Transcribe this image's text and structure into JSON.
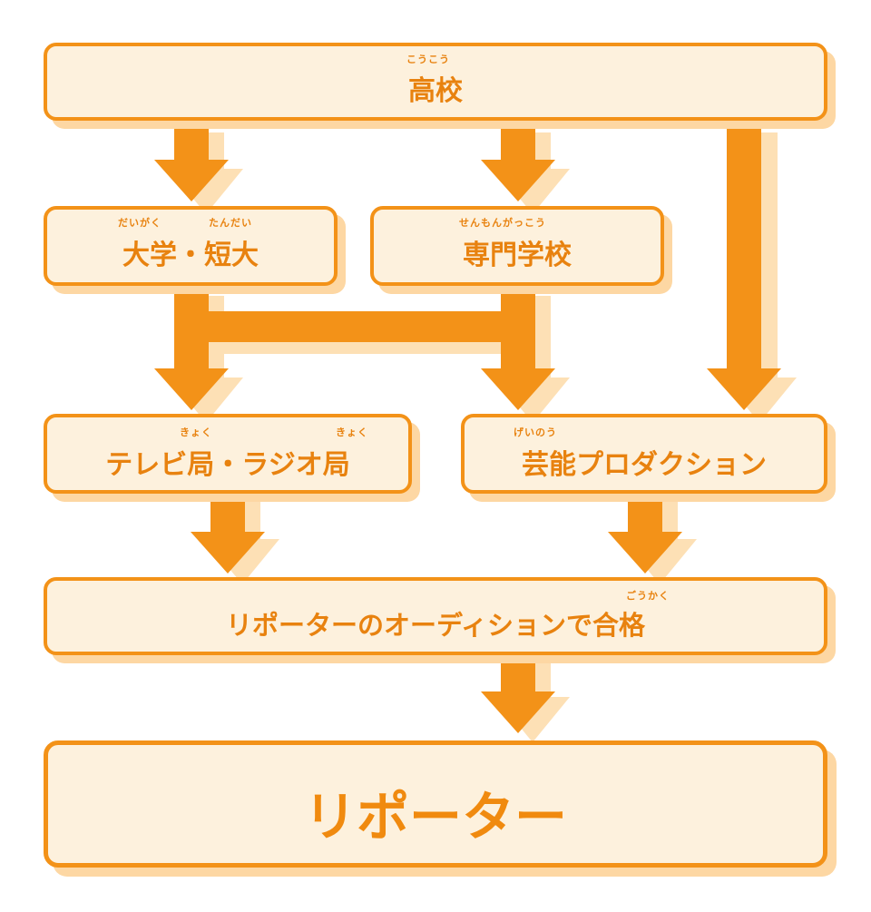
{
  "colors": {
    "box_fill": "#fdf1dd",
    "border": "#f39218",
    "shadow": "#fdd7a3",
    "arrow": "#f39218",
    "arrow_shadow": "#fde0b5",
    "text": "#e8820f"
  },
  "nodes": {
    "high_school": {
      "label": "高校",
      "ruby": "こうこう"
    },
    "university": {
      "label": "大学・短大",
      "ruby1": "だいがく",
      "ruby2": "たんだい"
    },
    "vocational": {
      "label": "専門学校",
      "ruby": "せんもんがっこう"
    },
    "tv_radio": {
      "label": "テレビ局・ラジオ局",
      "ruby1": "きょく",
      "ruby2": "きょく"
    },
    "talent_agency": {
      "label": "芸能プロダクション",
      "ruby": "げいのう"
    },
    "audition": {
      "label": "リポーターのオーディションで合格",
      "ruby": "ごうかく"
    },
    "reporter": {
      "label": "リポーター"
    }
  }
}
